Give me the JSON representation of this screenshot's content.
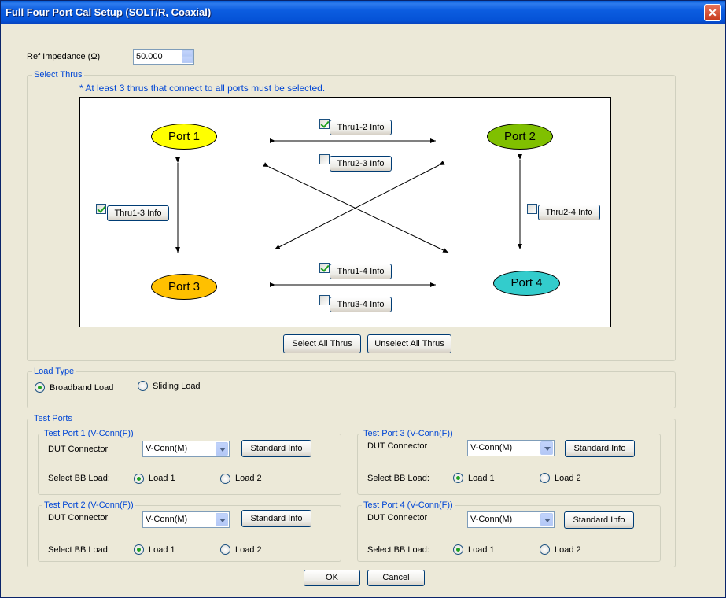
{
  "window": {
    "title": "Full Four Port Cal Setup (SOLT/R, Coaxial)",
    "close_icon": "close-icon"
  },
  "ref_impedance": {
    "label": "Ref Impedance (Ω)",
    "value": "50.000"
  },
  "select_thrus": {
    "legend": "Select Thrus",
    "note": "* At least 3 thrus that connect to all ports must be selected.",
    "ports": [
      {
        "label": "Port 1",
        "color": "#FFFF00"
      },
      {
        "label": "Port 2",
        "color": "#80C000"
      },
      {
        "label": "Port 3",
        "color": "#FFC000"
      },
      {
        "label": "Port 4",
        "color": "#33CCCC"
      }
    ],
    "thrus": [
      {
        "label": "Thru1-2 Info",
        "checked": true
      },
      {
        "label": "Thru2-3 Info",
        "checked": false
      },
      {
        "label": "Thru1-3 Info",
        "checked": true
      },
      {
        "label": "Thru2-4 Info",
        "checked": false
      },
      {
        "label": "Thru1-4 Info",
        "checked": true
      },
      {
        "label": "Thru3-4 Info",
        "checked": false
      }
    ],
    "select_all": "Select All Thrus",
    "unselect_all": "Unselect All Thrus"
  },
  "load_type": {
    "legend": "Load Type",
    "options": [
      {
        "label": "Broadband Load",
        "selected": true
      },
      {
        "label": "Sliding Load",
        "selected": false
      }
    ]
  },
  "test_ports": {
    "legend": "Test Ports",
    "ports": [
      {
        "title": "Test Port 1 (V-Conn(F))",
        "dut_label": "DUT Connector",
        "connector": "V-Conn(M)",
        "std_info": "Standard Info",
        "bb_label": "Select BB Load:",
        "load1": "Load 1",
        "load2": "Load 2",
        "selected": 1
      },
      {
        "title": "Test Port 2 (V-Conn(F))",
        "dut_label": "DUT Connector",
        "connector": "V-Conn(M)",
        "std_info": "Standard Info",
        "bb_label": "Select BB Load:",
        "load1": "Load 1",
        "load2": "Load 2",
        "selected": 1
      },
      {
        "title": "Test Port 3 (V-Conn(F))",
        "dut_label": "DUT Connector",
        "connector": "V-Conn(M)",
        "std_info": "Standard Info",
        "bb_label": "Select BB Load:",
        "load1": "Load 1",
        "load2": "Load 2",
        "selected": 1
      },
      {
        "title": "Test Port 4 (V-Conn(F))",
        "dut_label": "DUT Connector",
        "connector": "V-Conn(M)",
        "std_info": "Standard Info",
        "bb_label": "Select BB Load:",
        "load1": "Load 1",
        "load2": "Load 2",
        "selected": 1
      }
    ]
  },
  "footer": {
    "ok": "OK",
    "cancel": "Cancel"
  }
}
